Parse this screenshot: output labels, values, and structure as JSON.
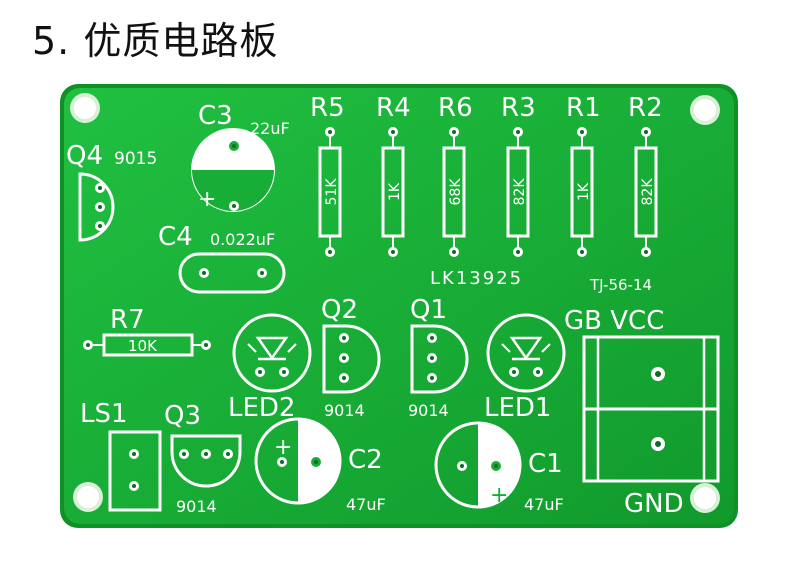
{
  "heading": "5. 优质电路板",
  "board": {
    "colors": {
      "substrate": "#14a632",
      "mask": "#1bb83a",
      "silk": "#ffffff",
      "copper": "#e9e7da",
      "hole": "#0d6b22"
    },
    "labels": {
      "q4": "Q4",
      "q4_part": "9015",
      "c3": "C3",
      "c3_value": "22uF",
      "c4": "C4",
      "c4_value": "0.022uF",
      "r5": "R5",
      "r4": "R4",
      "r6": "R6",
      "r3": "R3",
      "r1": "R1",
      "r2": "R2",
      "r5_value": "51K",
      "r4_value": "1K",
      "r6_value": "68K",
      "r3_value": "82K",
      "r1_value": "1K",
      "r2_value": "82K",
      "model": "LK13925",
      "revision": "TJ-56-14",
      "r7": "R7",
      "r7_value": "10K",
      "q2": "Q2",
      "q1": "Q1",
      "q2_part": "9014",
      "q1_part": "9014",
      "led2": "LED2",
      "led1": "LED1",
      "gb_vcc": "GB VCC",
      "gnd": "GND",
      "ls1": "LS1",
      "q3": "Q3",
      "q3_part": "9014",
      "c2": "C2",
      "c1": "C1",
      "c2_value": "47uF",
      "c1_value": "47uF",
      "plus": "+"
    }
  }
}
